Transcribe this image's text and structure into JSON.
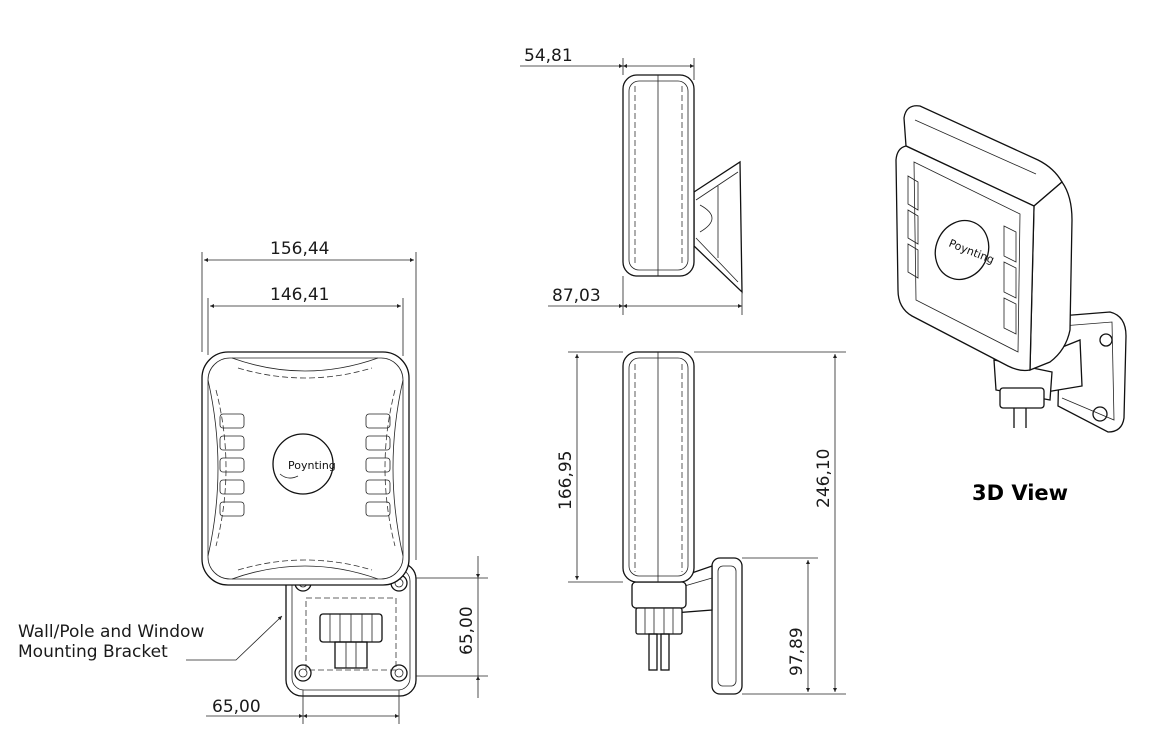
{
  "front_view": {
    "dim_overall_width": "156,44",
    "dim_body_width": "146,41",
    "dim_bracket_height": "65,00",
    "dim_bracket_width": "65,00",
    "logo_text": "Poynting",
    "callout": {
      "line1": "Wall/Pole and Window",
      "line2": "Mounting Bracket"
    }
  },
  "top_view": {
    "dim_thickness": "54,81",
    "dim_depth": "87,03"
  },
  "side_view": {
    "dim_body_height": "166,95",
    "dim_overall_height": "246,10",
    "dim_bracket_height": "97,89"
  },
  "iso_view": {
    "title": "3D View",
    "logo_text": "Poynting"
  }
}
